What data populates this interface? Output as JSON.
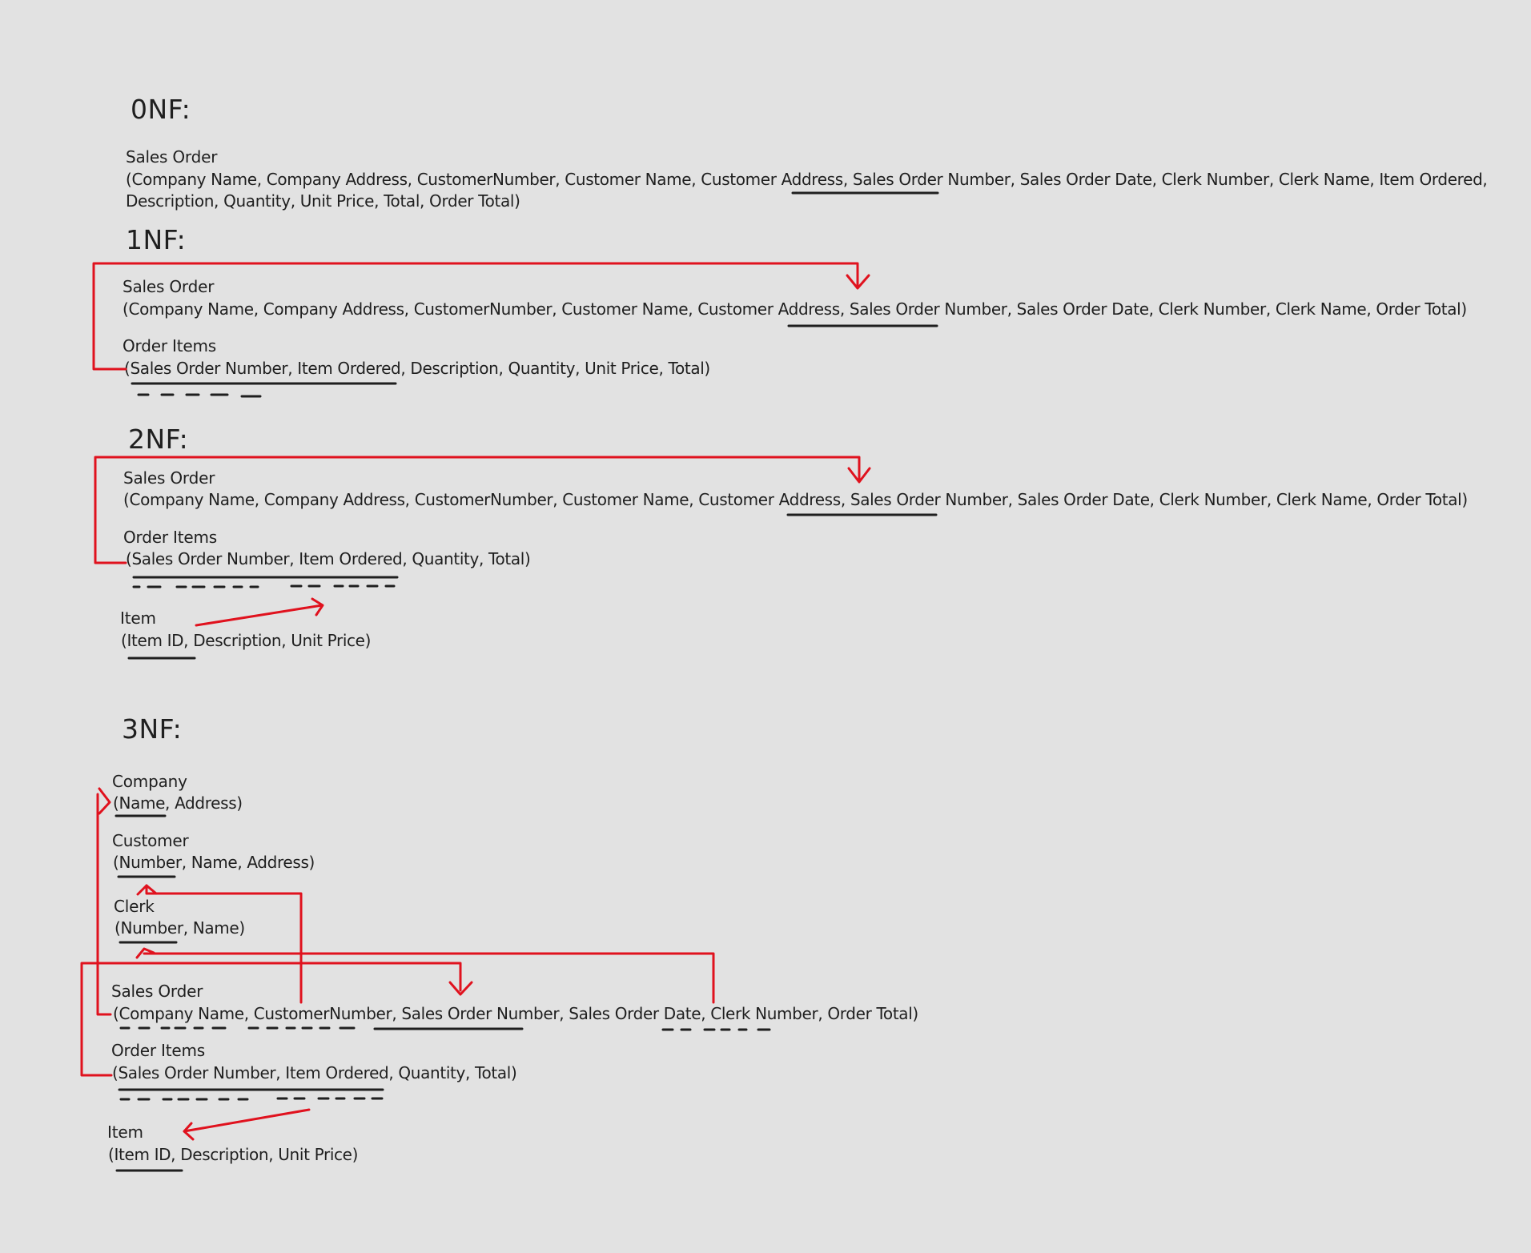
{
  "onf": {
    "heading": "0NF:",
    "sales_order": {
      "name": "Sales Order",
      "attrs_line1": "(Company Name, Company Address, CustomerNumber, Customer Name, Customer Address, Sales Order Number, Sales Order Date, Clerk Number, Clerk Name, Item Ordered,",
      "attrs_line2": "Description, Quantity, Unit Price, Total, Order Total)"
    }
  },
  "nf1": {
    "heading": "1NF:",
    "sales_order": {
      "name": "Sales Order",
      "attrs": "(Company Name, Company Address, CustomerNumber, Customer Name, Customer Address, Sales Order Number, Sales Order Date, Clerk Number, Clerk Name, Order Total)"
    },
    "order_items": {
      "name": "Order Items",
      "attrs": "(Sales Order Number, Item Ordered, Description, Quantity, Unit Price, Total)"
    }
  },
  "nf2": {
    "heading": "2NF:",
    "sales_order": {
      "name": "Sales Order",
      "attrs": "(Company Name, Company Address, CustomerNumber, Customer Name, Customer Address, Sales Order Number, Sales Order Date, Clerk Number, Clerk Name, Order Total)"
    },
    "order_items": {
      "name": "Order Items",
      "attrs": "(Sales Order Number, Item Ordered, Quantity, Total)"
    },
    "item": {
      "name": "Item",
      "attrs": "(Item ID, Description, Unit Price)"
    }
  },
  "nf3": {
    "heading": "3NF:",
    "company": {
      "name": "Company",
      "attrs": "(Name, Address)"
    },
    "customer": {
      "name": "Customer",
      "attrs": "(Number, Name, Address)"
    },
    "clerk": {
      "name": "Clerk",
      "attrs": "(Number, Name)"
    },
    "sales_order": {
      "name": "Sales Order",
      "attrs": "(Company Name, CustomerNumber, Sales Order Number, Sales Order Date, Clerk Number, Order Total)"
    },
    "order_items": {
      "name": "Order Items",
      "attrs": "(Sales Order Number, Item Ordered, Quantity, Total)"
    },
    "item": {
      "name": "Item",
      "attrs": "(Item ID, Description, Unit Price)"
    }
  },
  "colors": {
    "background": "#e2e2e2",
    "text": "#1f1f1f",
    "key_underline": "#1f1f1f",
    "relationship_arrow": "#e0121e"
  }
}
